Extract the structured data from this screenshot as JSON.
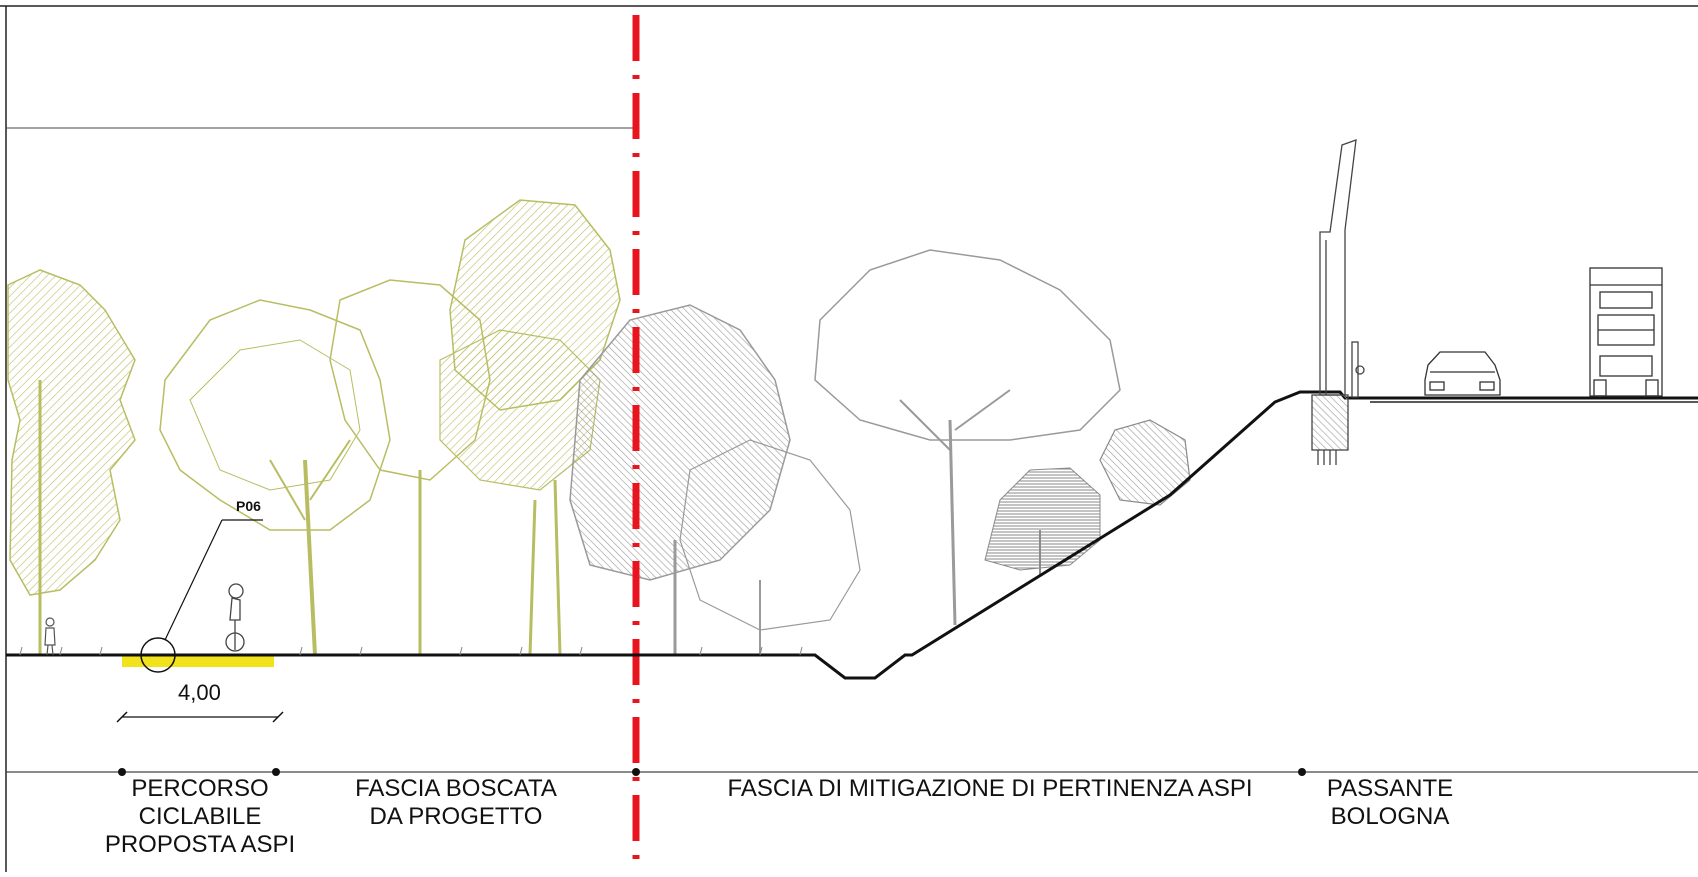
{
  "callout": {
    "code": "P06"
  },
  "dimension": {
    "width_label": "4,00"
  },
  "zones": [
    {
      "label": "PERCORSO\nCICLABILE\nPROPOSTA ASPI"
    },
    {
      "label": "FASCIA BOSCATA\nDA PROGETTO"
    },
    {
      "label": "FASCIA DI MITIGAZIONE DI PERTINENZA ASPI"
    },
    {
      "label": "PASSANTE\nBOLOGNA"
    }
  ],
  "colors": {
    "axis_line": "#e8141e",
    "cycle_path": "#f1e21c",
    "project_trees": "#b9bd62",
    "existing_trees": "#9a9a9a",
    "ground": "#111111"
  },
  "icons": [
    "cyclist-icon",
    "pedestrian-icon",
    "car-icon",
    "truck-icon",
    "noise-barrier-icon"
  ]
}
